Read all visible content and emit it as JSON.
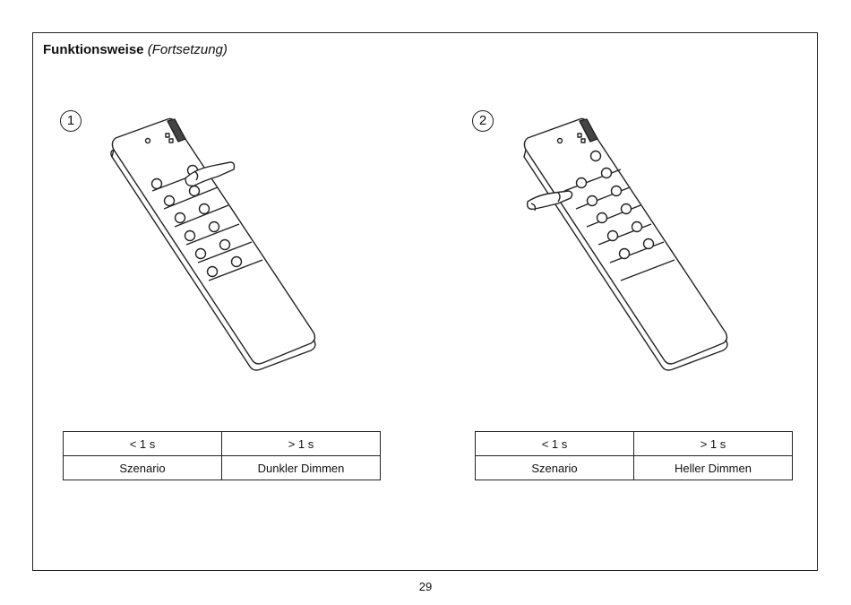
{
  "heading": {
    "title": "Funktionsweise",
    "subtitle": "(Fortsetzung)"
  },
  "steps": [
    {
      "number": "1",
      "icon": "remote-control-finger-upper-right-button",
      "table": {
        "headers": [
          "< 1 s",
          "> 1 s"
        ],
        "row": [
          "Szenario",
          "Dunkler Dimmen"
        ]
      }
    },
    {
      "number": "2",
      "icon": "remote-control-finger-upper-left-button",
      "table": {
        "headers": [
          "< 1 s",
          "> 1 s"
        ],
        "row": [
          "Szenario",
          "Heller Dimmen"
        ]
      }
    }
  ],
  "page_number": "29"
}
